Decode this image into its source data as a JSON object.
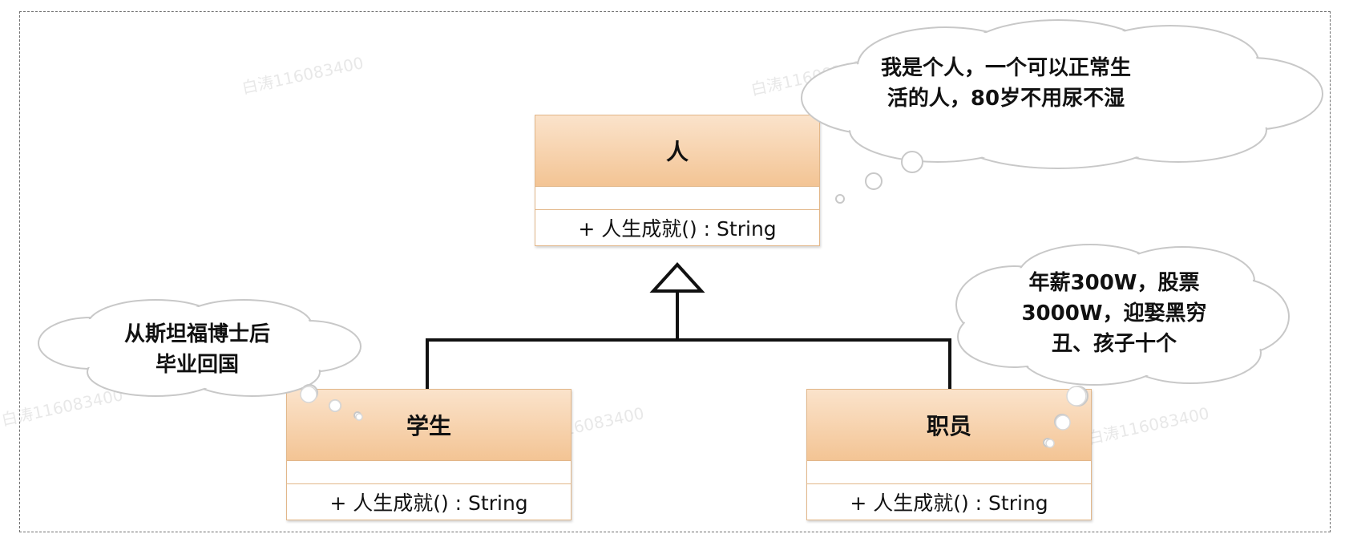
{
  "classes": {
    "person": {
      "name": "人",
      "method": "+ 人生成就() : String"
    },
    "student": {
      "name": "学生",
      "method": "+ 人生成就() : String"
    },
    "employee": {
      "name": "职员",
      "method": "+ 人生成就() : String"
    }
  },
  "clouds": {
    "person_note": [
      "我是个人，一个可以正常生",
      "活的人，80岁不用尿不湿"
    ],
    "student_note": [
      "从斯坦福博士后",
      "毕业回国"
    ],
    "employee_note": [
      "年薪300W，股票",
      "3000W，迎娶黑穷",
      "丑、孩子十个"
    ]
  },
  "watermark": "白涛116083400",
  "colors": {
    "class_border": "#e2b78a",
    "class_header_top": "#fbe3cb",
    "class_header_bottom": "#f3c494",
    "cloud_border": "#c8c8c8",
    "line": "#111111"
  }
}
